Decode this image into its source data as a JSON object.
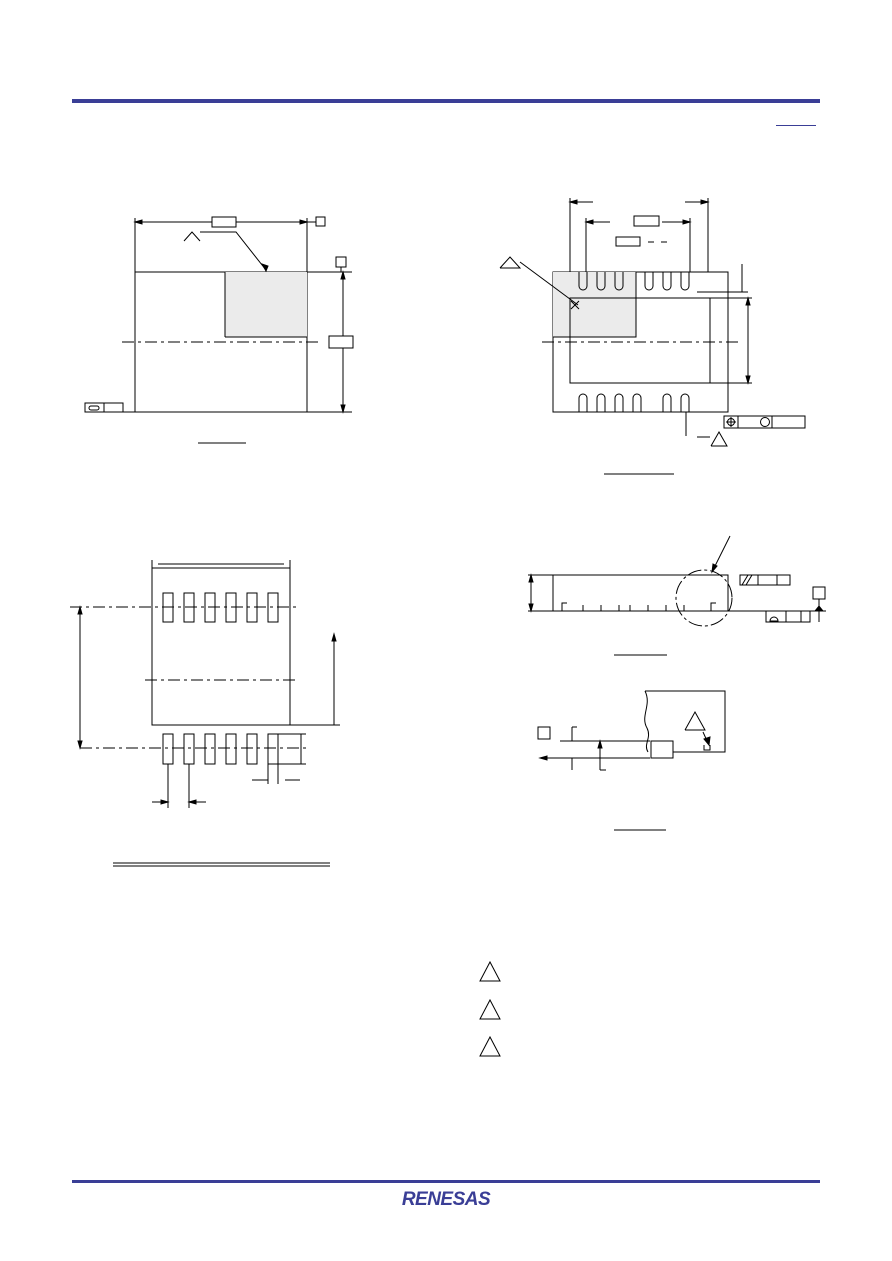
{
  "colors": {
    "accent": "#3a3e96",
    "line": "#000000",
    "hatch": "#ebebeb",
    "background": "#ffffff"
  },
  "header": {
    "top_link_label": ""
  },
  "footer": {
    "logo_text": "RENESAS"
  },
  "notes": {
    "markers": [
      "triangle-marker",
      "triangle-marker",
      "triangle-marker"
    ]
  }
}
